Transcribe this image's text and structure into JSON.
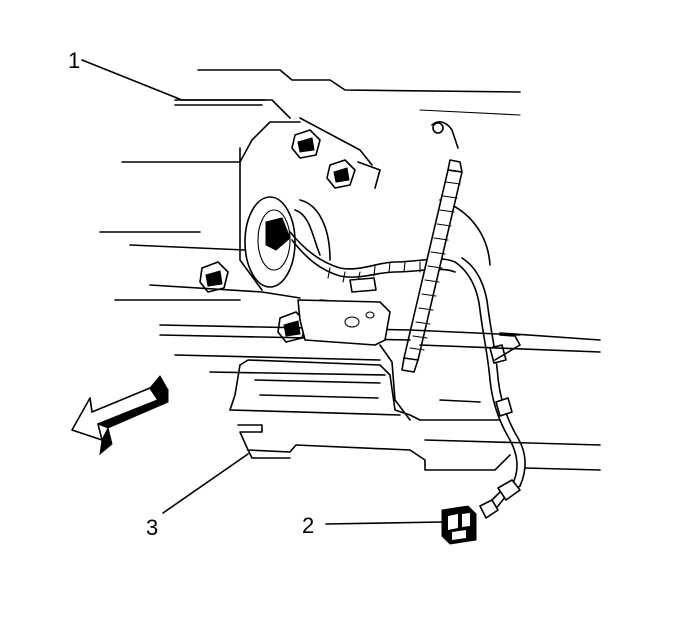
{
  "callouts": [
    {
      "id": "1",
      "label": "1"
    },
    {
      "id": "2",
      "label": "2"
    },
    {
      "id": "3",
      "label": "3"
    }
  ],
  "direction_arrow": "front-arrow-icon",
  "colors": {
    "line": "#000000",
    "background": "#ffffff"
  }
}
